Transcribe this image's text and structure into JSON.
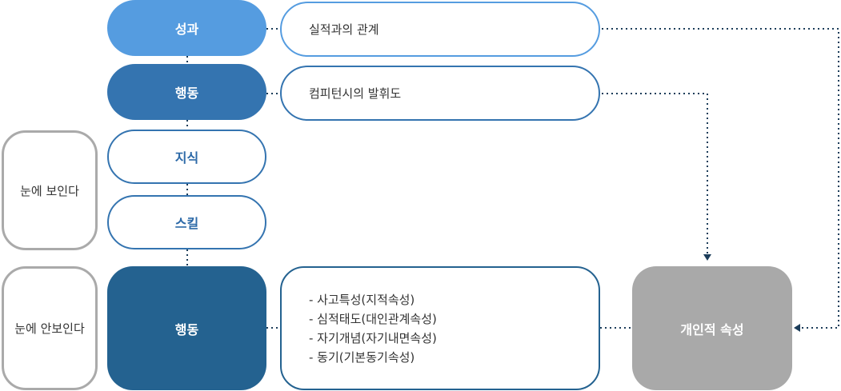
{
  "levels": {
    "performance": "성과",
    "behavior": "행동",
    "knowledge": "지식",
    "skill": "스킬",
    "motive": "행동"
  },
  "descriptions": {
    "performance": "실적과의 관계",
    "behavior": "컴피턴시의 발휘도"
  },
  "traits": [
    "- 사고특성(지적속성)",
    "- 심적태도(대인관계속성)",
    "- 자기개념(자기내면속성)",
    "- 동기(기본동기속성)"
  ],
  "visibility": {
    "visible": "눈에 보인다",
    "invisible": "눈에 안보인다"
  },
  "personal": "개인적 속성",
  "colors": {
    "performance": "#559ce0",
    "behavior": "#3474b0",
    "motive": "#246290",
    "personal": "#a9a9a9",
    "connector": "#1c3d5a"
  }
}
